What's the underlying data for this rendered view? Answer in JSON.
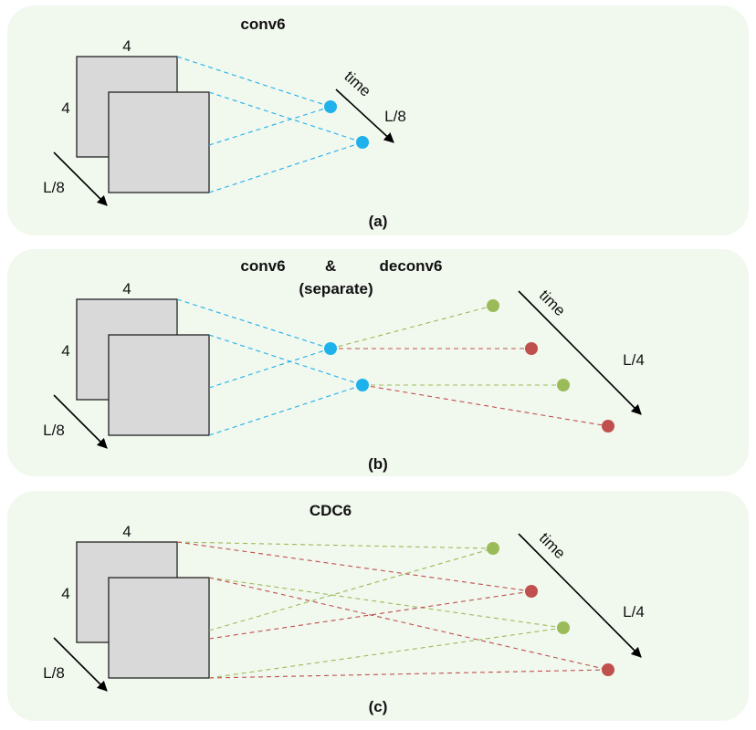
{
  "colors": {
    "panel": "#f1f8ee",
    "conv_node": "#1fb1ec",
    "green_node": "#9bbb59",
    "red_node": "#c0504d"
  },
  "panels": [
    {
      "title": "conv6",
      "caption": "(a)",
      "width_label": "4",
      "height_label": "4",
      "depth_label": "L/8",
      "time_label": "time",
      "time_length_label": "L/8"
    },
    {
      "title_left": "conv6",
      "title_mid": "&",
      "title_right": "deconv6",
      "subtitle": "(separate)",
      "caption": "(b)",
      "width_label": "4",
      "height_label": "4",
      "depth_label": "L/8",
      "time_label": "time",
      "time_length_label": "L/4"
    },
    {
      "title": "CDC6",
      "caption": "(c)",
      "width_label": "4",
      "height_label": "4",
      "depth_label": "L/8",
      "time_label": "time",
      "time_length_label": "L/4"
    }
  ]
}
